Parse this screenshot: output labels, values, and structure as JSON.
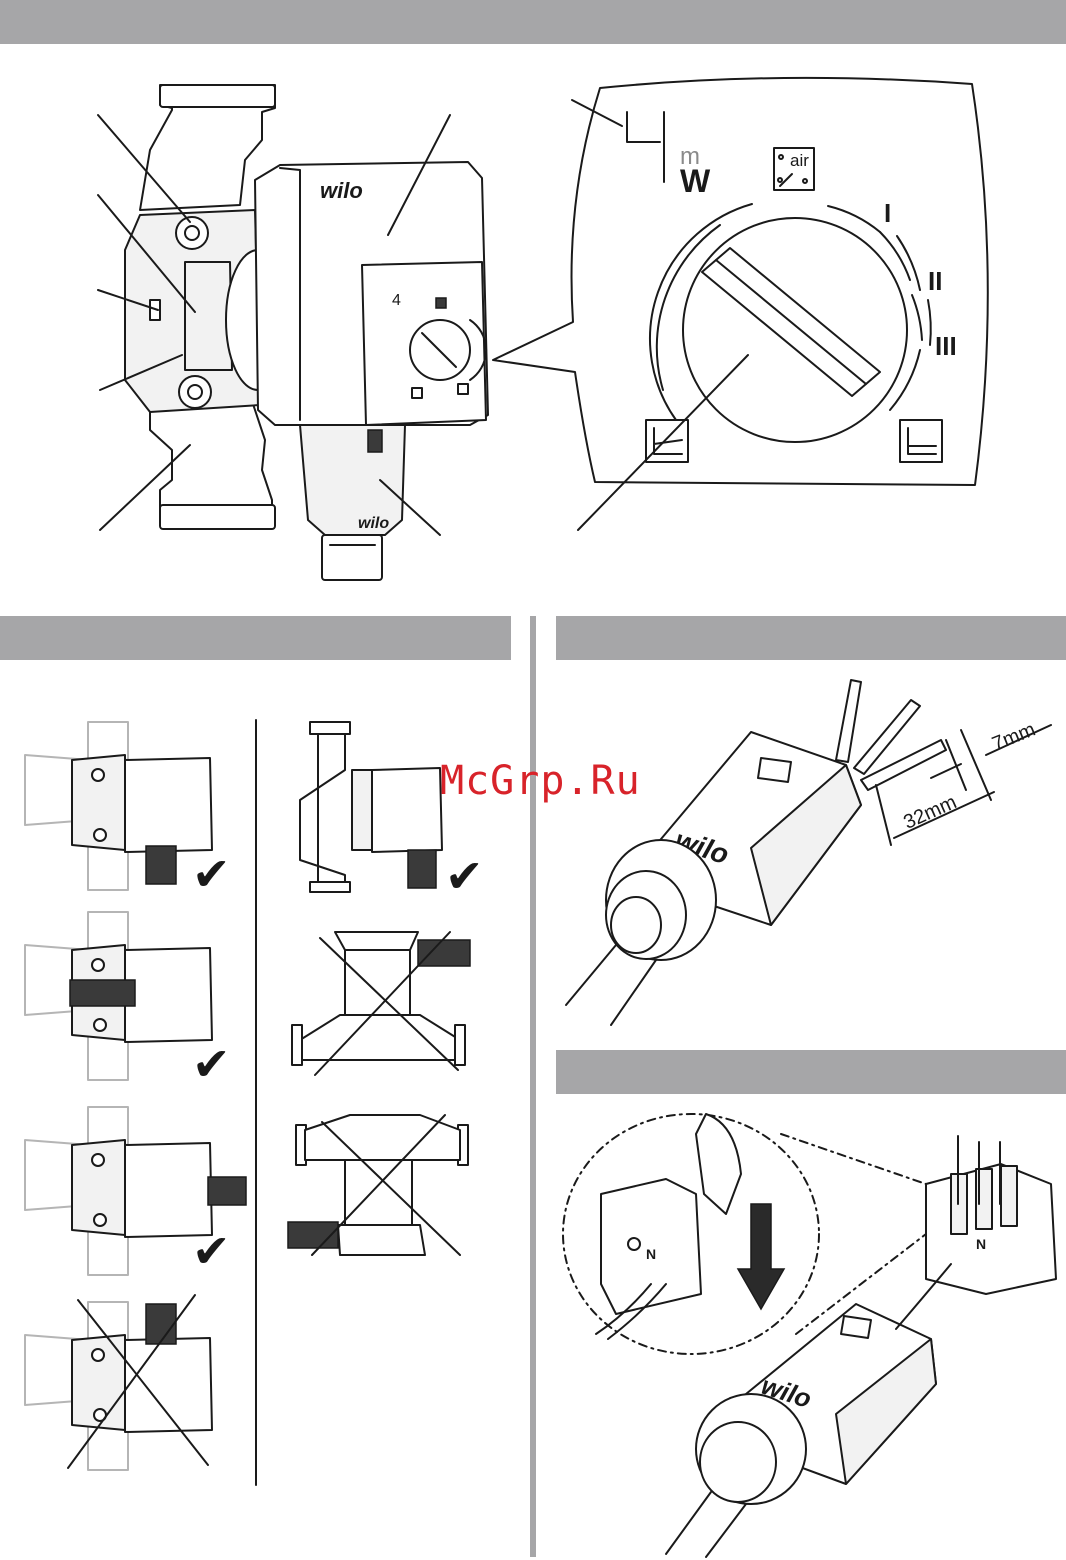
{
  "overview": {
    "brand": "wilo",
    "display_digit": "4",
    "unit_small": "m",
    "unit_big": "W",
    "air_label": "air",
    "speed_1": "I",
    "speed_2": "II",
    "speed_3": "III"
  },
  "cable": {
    "brand": "wilo",
    "dim_strip": "7mm",
    "dim_sheath": "32mm"
  },
  "terminal": {
    "brand": "wilo",
    "neutral_label": "N"
  },
  "watermark": "McGrp.Ru",
  "checks": [
    "✔",
    "✔",
    "✔",
    "✔"
  ],
  "colors": {
    "bar": "#a6a6a8",
    "ink": "#1a1a1a",
    "watermark": "#d8232a"
  }
}
